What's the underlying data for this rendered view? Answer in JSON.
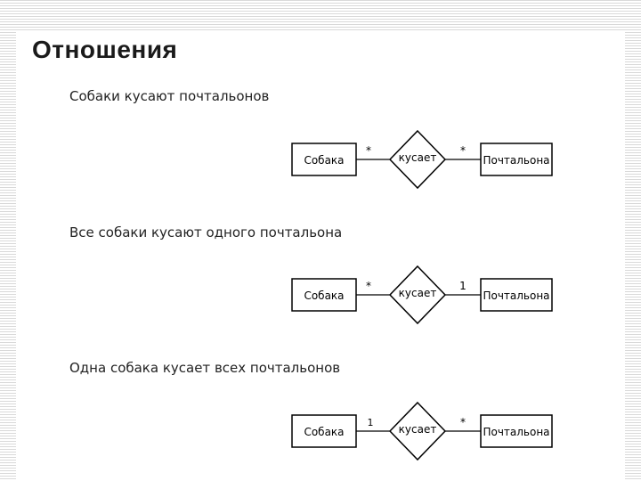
{
  "title": "Отношения",
  "diagrams": [
    {
      "caption": "Собаки кусают почтальонов",
      "left_entity": "Собака",
      "relationship": "кусает",
      "right_entity": "Почтальона",
      "left_multiplicity": "*",
      "right_multiplicity": "*"
    },
    {
      "caption": "Все собаки кусают одного почтальона",
      "left_entity": "Собака",
      "relationship": "кусает",
      "right_entity": "Почтальона",
      "left_multiplicity": "*",
      "right_multiplicity": "1"
    },
    {
      "caption": "Одна собака кусает всех почтальонов",
      "left_entity": "Собака",
      "relationship": "кусает",
      "right_entity": "Почтальона",
      "left_multiplicity": "1",
      "right_multiplicity": "*"
    }
  ]
}
